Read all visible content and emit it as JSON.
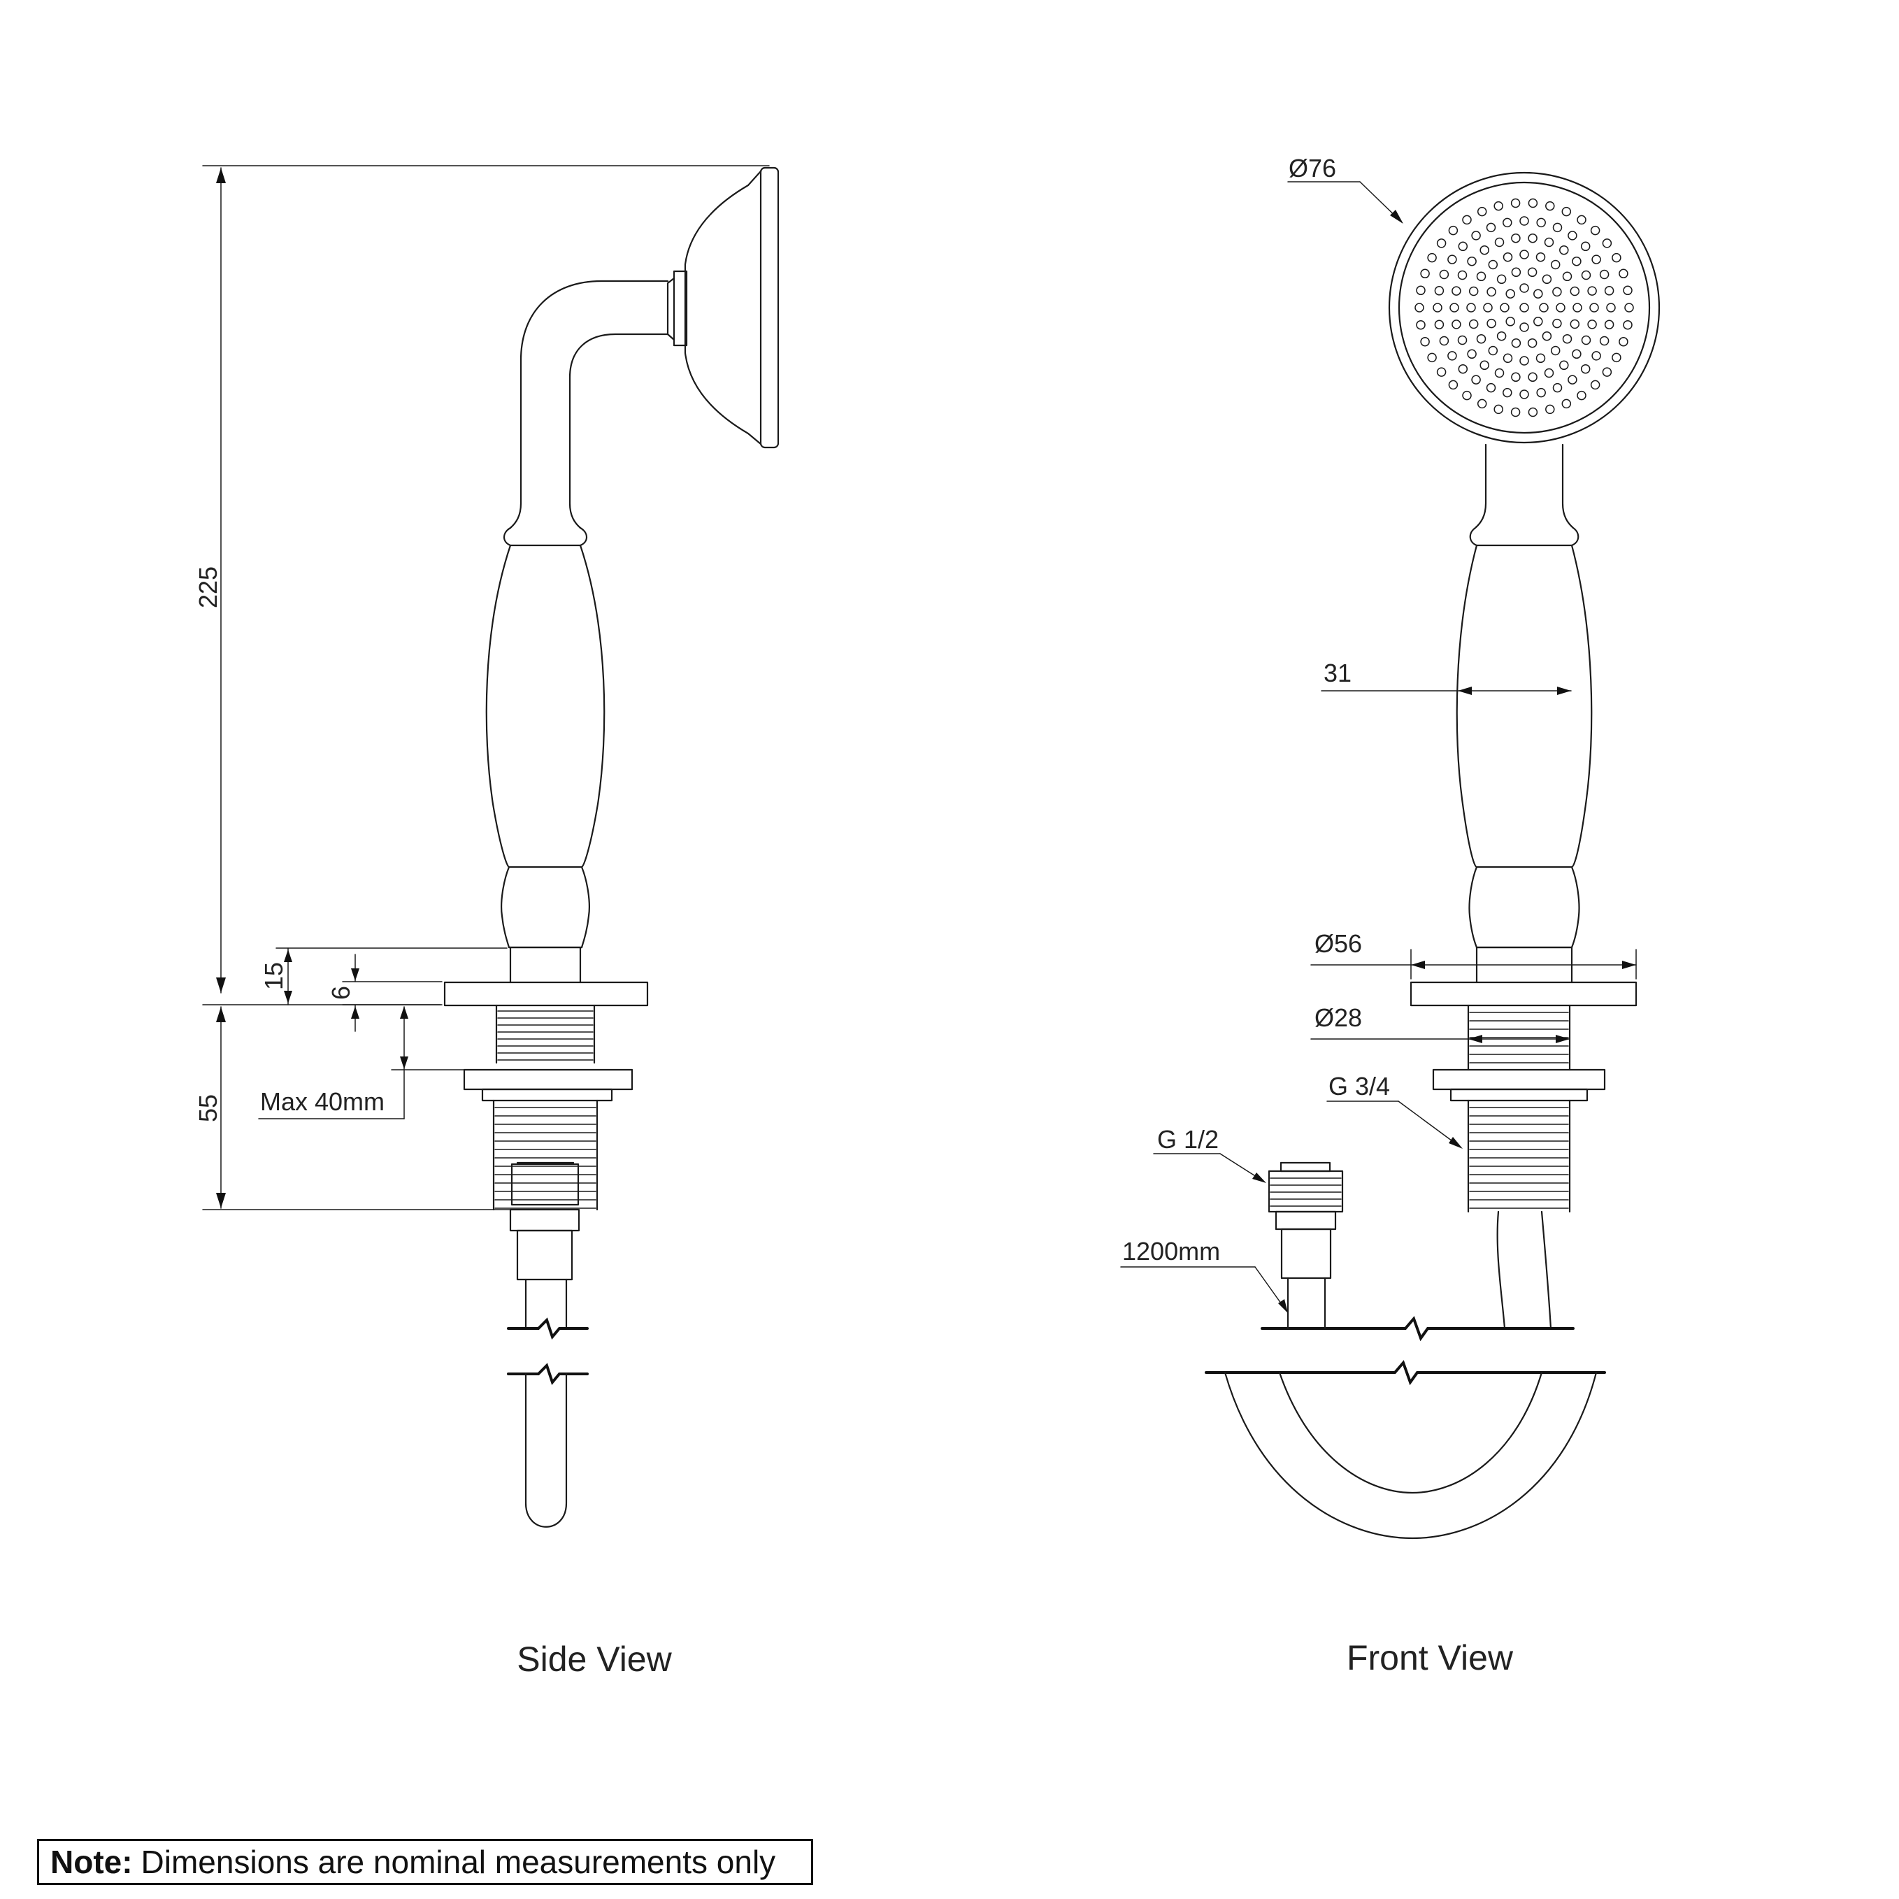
{
  "side_view": {
    "caption": "Side View",
    "dimensions": {
      "overall_height": "225",
      "collar_height": "15",
      "flange_thickness": "6",
      "thread_length": "55",
      "max_deck": "Max 40mm"
    }
  },
  "front_view": {
    "caption": "Front View",
    "dimensions": {
      "head_diameter": "Ø76",
      "handle_width": "31",
      "flange_diameter": "Ø56",
      "thread_diameter": "Ø28",
      "thread_spec_large": "G 3/4",
      "thread_spec_small": "G 1/2",
      "hose_length": "1200mm"
    }
  },
  "note": {
    "label": "Note:",
    "text": "Dimensions are nominal measurements only"
  }
}
